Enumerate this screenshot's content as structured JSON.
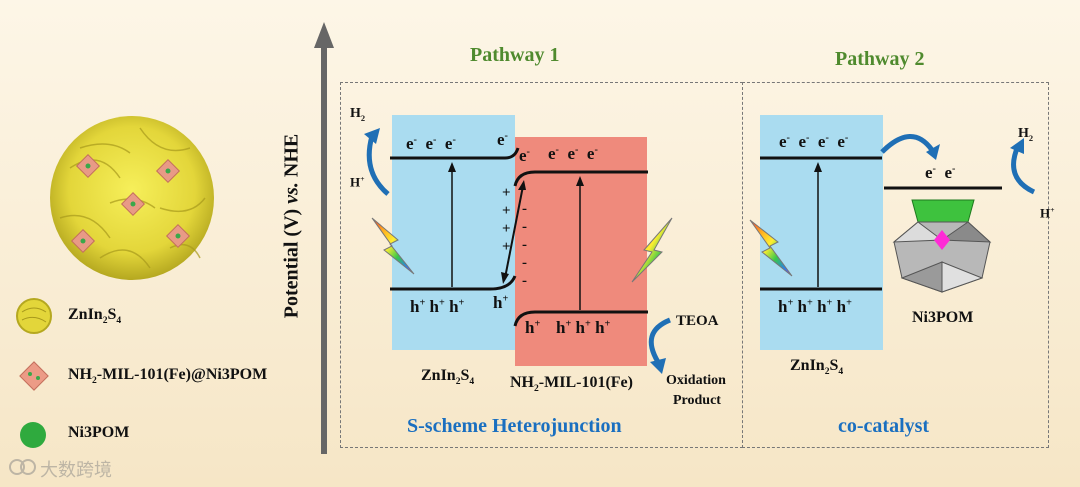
{
  "legend": {
    "znins": "ZnIn₂S₄",
    "mof": "NH₂-MIL-101(Fe)@Ni3POM",
    "ni3pom": "Ni3POM"
  },
  "axis": {
    "ylabel": "Potential (V) vs. NHE"
  },
  "pathway1": {
    "title": "Pathway 1",
    "footer": "S-scheme Heterojunction",
    "h2": "H₂",
    "hplus": "H⁺",
    "znins_label": "ZnIn₂S₄",
    "mof_label": "NH₂-MIL-101(Fe)",
    "e_left": "e⁻  e⁻  e⁻",
    "e_left_edge": "e⁻",
    "e_right_first": "e⁻",
    "e_right": "e⁻  e⁻  e⁻",
    "h_left": "h⁺ h⁺ h⁺",
    "h_left_edge": "h⁺",
    "h_right_first": "h⁺",
    "h_right": "h⁺ h⁺ h⁺",
    "teoa": "TEOA",
    "oxidation": "Oxidation",
    "product": "Product",
    "plus_signs": [
      "+",
      "+",
      "+",
      "+"
    ],
    "minus_signs": [
      "-",
      "-",
      "-",
      "-",
      "-"
    ]
  },
  "pathway2": {
    "title": "Pathway 2",
    "footer": "co-catalyst",
    "znins_label": "ZnIn₂S₄",
    "e_cb": "e⁻  e⁻  e⁻  e⁻",
    "h_vb": "h⁺ h⁺ h⁺ h⁺",
    "e_pom": "e⁻  e⁻",
    "ni3pom_label": "Ni3POM",
    "h2": "H₂",
    "hplus": "H⁺"
  },
  "watermark": "大数跨境",
  "colors": {
    "znins_box": "#aadcf0",
    "mof_box": "#ef8a7c",
    "title_green": "#4f8a2e",
    "footer_blue": "#1a6fc0",
    "arrow_blue": "#1f6fb5"
  }
}
